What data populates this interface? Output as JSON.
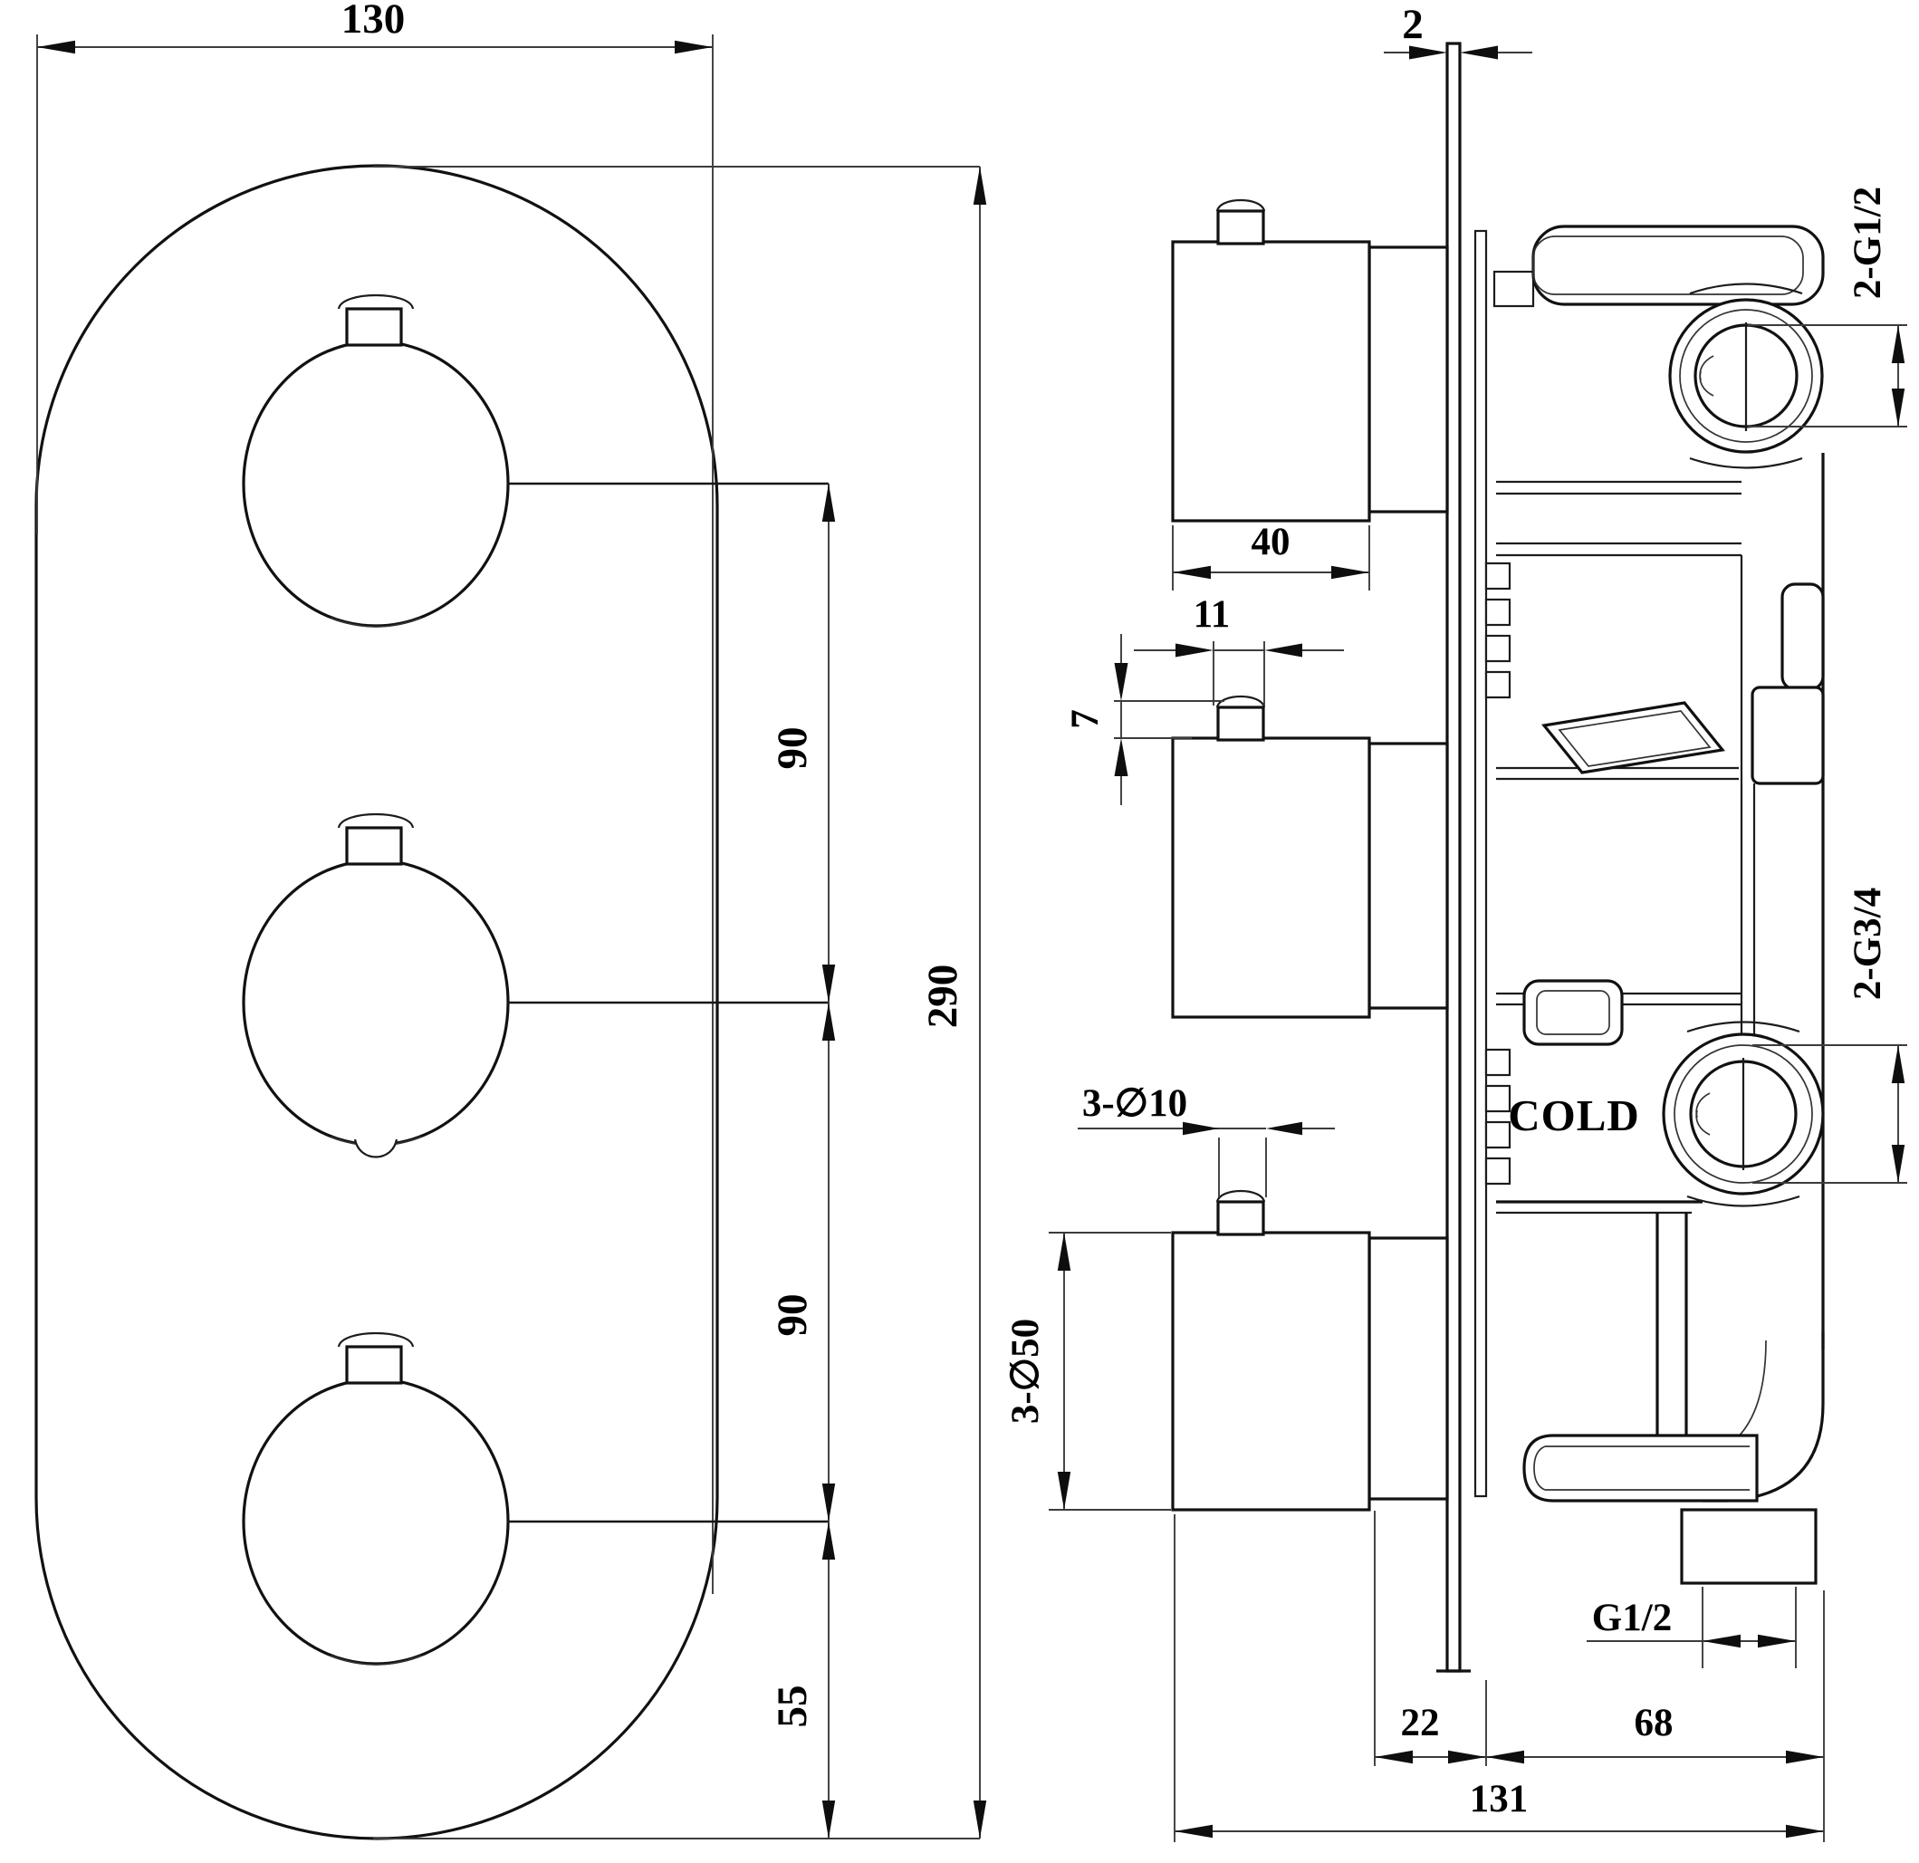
{
  "front": {
    "width": "130",
    "height": "290",
    "gap_top": "90",
    "gap_mid": "90",
    "gap_bottom": "55"
  },
  "side": {
    "plate_thickness": "2",
    "top_port": "2-G1/2",
    "knob_depth": "40",
    "stem_width": "11",
    "stem_height": "7",
    "side_port": "2-G3/4",
    "cold": "COLD",
    "holes": "3-∅10",
    "knob_diameter": "3-∅50",
    "outlet": "G1/2",
    "dim_22": "22",
    "dim_68": "68",
    "dim_131": "131"
  }
}
